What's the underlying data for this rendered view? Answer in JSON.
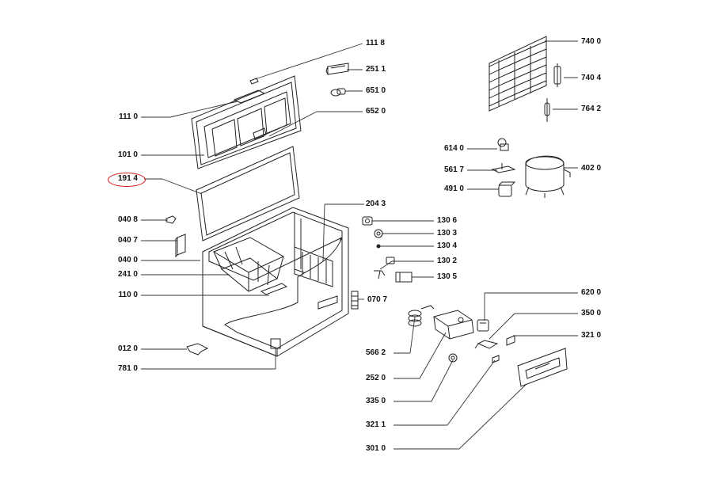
{
  "diagram": {
    "highlight_color": "#d22222",
    "highlighted_part": "191 4",
    "labels": {
      "p1118": "111 8",
      "p2511": "251 1",
      "p6510": "651 0",
      "p6520": "652 0",
      "p1110": "111 0",
      "p1010": "101 0",
      "p1914": "191 4",
      "p2043": "204 3",
      "p0408": "040 8",
      "p1306": "130 6",
      "p1303": "130 3",
      "p0407": "040 7",
      "p1304": "130 4",
      "p0400": "040 0",
      "p1302": "130 2",
      "p2410": "241 0",
      "p1305": "130 5",
      "p1100": "110 0",
      "p0707": "070 7",
      "p0120": "012 0",
      "p5662": "566 2",
      "p7810": "781 0",
      "p2520": "252 0",
      "p3350": "335 0",
      "p3211": "321 1",
      "p3010": "301 0",
      "p7400": "740 0",
      "p7404": "740 4",
      "p7642": "764 2",
      "p6140": "614 0",
      "p5617": "561 7",
      "p4020": "402 0",
      "p4910": "491 0",
      "p6200": "620 0",
      "p3500": "350 0",
      "p3210": "321 0"
    }
  }
}
